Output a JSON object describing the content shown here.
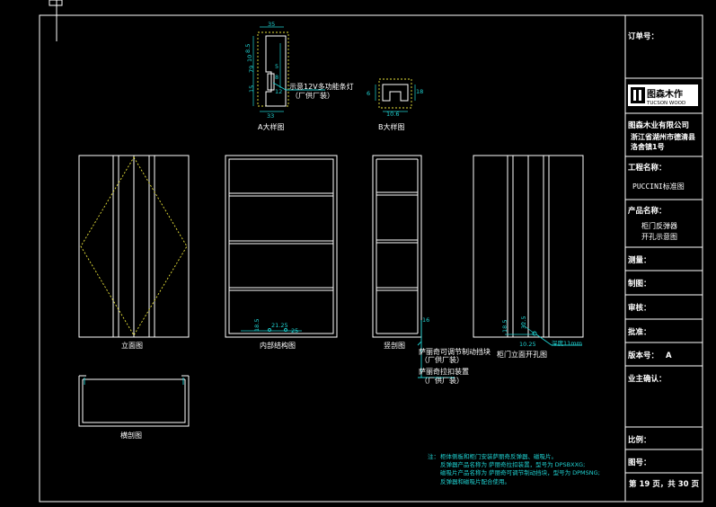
{
  "views": {
    "detail_a": "A大样图",
    "detail_b": "B大样图",
    "elevation": "立面图",
    "internal": "内部结构图",
    "vertical_section": "竖剖图",
    "door_hole": "柜门立面开孔图",
    "horizontal_section": "横剖图"
  },
  "detail_a": {
    "note1": "示意12V多功能条灯",
    "note2": "（厂供厂装）",
    "dim_top": "35",
    "dim_bottom": "33",
    "dims_left": [
      "8.5",
      "10",
      "79",
      "15"
    ],
    "dims_mid": [
      "5",
      "8",
      "12"
    ]
  },
  "detail_b": {
    "dim_bottom": "10.6",
    "dim_left": "6",
    "dim_right": "18"
  },
  "internal_dims": [
    "18.5",
    "21.25",
    "25"
  ],
  "section_dim": "16",
  "door_dims": [
    "18.5",
    "32.5",
    "10.25"
  ],
  "callouts": {
    "drill_depth": "深度11mm",
    "hinge_line1": "萨丽奇可调节制动挡块",
    "hinge_line2": "（厂供厂装）",
    "latch_line1": "萨丽奇拉扣装置",
    "latch_line2": "（厂供厂装）"
  },
  "notes": {
    "prefix": "注：",
    "lines": [
      "柜体侧板和柜门安装萨丽奇反弹器、磁吸片。",
      "反弹器产品名称为 萨丽奇拉扣装置，型号为 DPSBXXG;",
      "磁吸片产品名称为 萨丽奇可调节制动挡块，型号为 DPMSNG;",
      "反弹器和磁吸片配合使用。"
    ]
  },
  "title_block": {
    "order_label": "订单号：",
    "logo_cn": "图森木作",
    "logo_en": "TUCSON WOOD",
    "company": "图森木业有限公司",
    "address1": "浙江省湖州市德清县",
    "address2": "洛舍镇1号",
    "project_label": "工程名称：",
    "project_value": "PUCCINI标准图",
    "product_label": "产品名称：",
    "product_value1": "柜门反弹器",
    "product_value2": "开孔示意图",
    "survey_label": "测量：",
    "draw_label": "制图：",
    "review_label": "审核：",
    "approve_label": "批准：",
    "version_label": "版本号：",
    "version_value": "A",
    "owner_label": "业主确认：",
    "scale_label": "比例：",
    "drawing_no_label": "图号：",
    "page": "第 19 页，共 30 页"
  },
  "colors": {
    "background": "#000000",
    "line": "#ffffff",
    "dimension": "#1fd1d1",
    "hidden": "#e8e23a"
  }
}
